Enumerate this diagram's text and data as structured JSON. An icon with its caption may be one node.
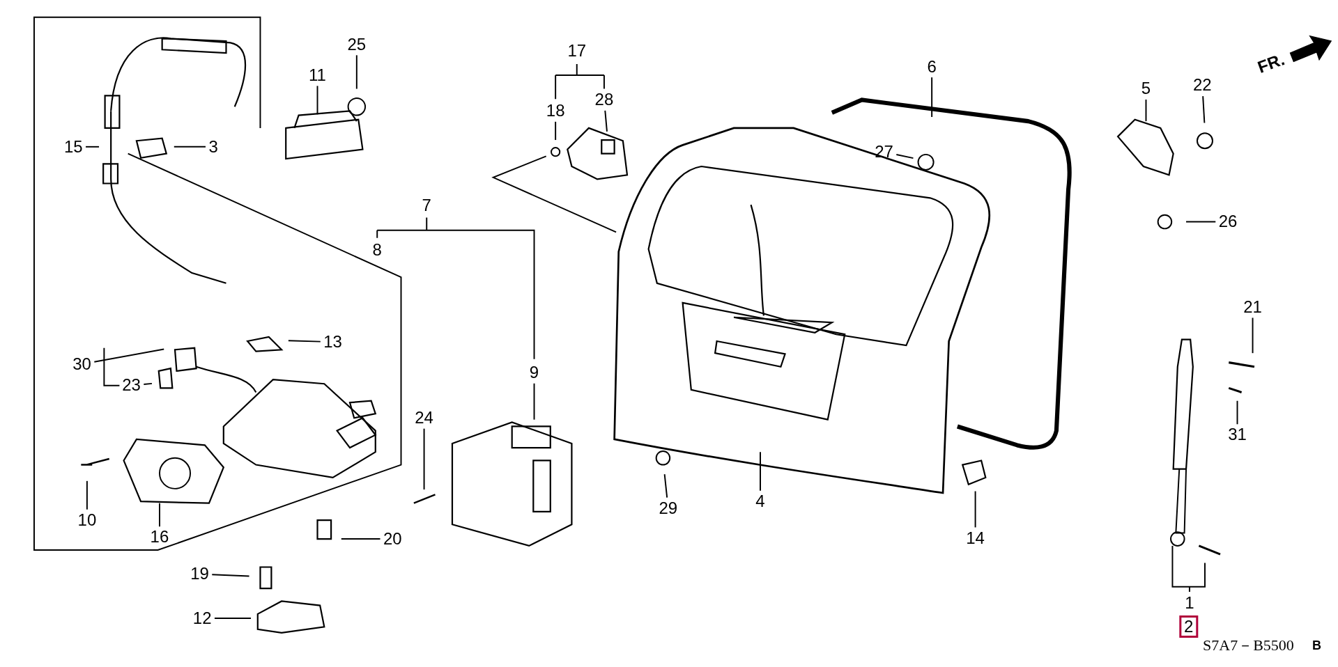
{
  "diagram": {
    "nodes": [
      {
        "text": [
          "25"
        ]
      },
      {
        "text": [
          "11"
        ]
      },
      {
        "text": [
          "15"
        ]
      },
      {
        "text": [
          "3"
        ]
      },
      {
        "text": [
          "18"
        ]
      },
      {
        "text": [
          "28"
        ]
      },
      {
        "text": [
          "13"
        ]
      },
      {
        "text": [
          "30"
        ]
      },
      {
        "text": [
          "23"
        ]
      },
      {
        "text": [
          "9"
        ]
      },
      {
        "text": [
          "24"
        ]
      },
      {
        "text": [
          "10"
        ]
      },
      {
        "text": [
          "16"
        ]
      },
      {
        "text": [
          "20"
        ]
      },
      {
        "text": [
          "19"
        ]
      },
      {
        "text": [
          "12"
        ]
      },
      {
        "text": [
          "6"
        ]
      },
      {
        "text": [
          "27"
        ]
      },
      {
        "text": [
          "4"
        ]
      },
      {
        "text": [
          "29"
        ]
      },
      {
        "text": [
          "14"
        ]
      },
      {
        "text": [
          "5"
        ]
      },
      {
        "text": [
          "22"
        ]
      },
      {
        "text": [
          "26"
        ]
      },
      {
        "text": [
          "21"
        ]
      },
      {
        "text": [
          "31"
        ]
      }
    ],
    "edges": [
      {
        "from": 0,
        "to": null,
        "arrow": "none"
      },
      {
        "from": 1,
        "to": null,
        "arrow": "none"
      },
      {
        "from": 2,
        "to": null,
        "arrow": "none"
      },
      {
        "from": 3,
        "to": null,
        "arrow": "none"
      },
      {
        "from": 4,
        "to": null,
        "arrow": "none"
      },
      {
        "from": 5,
        "to": null,
        "arrow": "none"
      },
      {
        "from": 6,
        "to": null,
        "arrow": "none"
      },
      {
        "from": 7,
        "to": null,
        "arrow": "none"
      },
      {
        "from": 8,
        "to": null,
        "arrow": "none"
      },
      {
        "from": 9,
        "to": null,
        "arrow": "none"
      },
      {
        "from": 10,
        "to": null,
        "arrow": "none"
      },
      {
        "from": 11,
        "to": null,
        "arrow": "none"
      },
      {
        "from": 12,
        "to": null,
        "arrow": "none"
      },
      {
        "from": 13,
        "to": null,
        "arrow": "none"
      },
      {
        "from": 14,
        "to": null,
        "arrow": "none"
      },
      {
        "from": 15,
        "to": null,
        "arrow": "none"
      },
      {
        "from": 16,
        "to": null,
        "arrow": "none"
      },
      {
        "from": 17,
        "to": null,
        "arrow": "none"
      },
      {
        "from": 18,
        "to": null,
        "arrow": "none"
      },
      {
        "from": 19,
        "to": null,
        "arrow": "none"
      },
      {
        "from": 20,
        "to": null,
        "arrow": "none"
      },
      {
        "from": 21,
        "to": null,
        "arrow": "none"
      },
      {
        "from": 22,
        "to": null,
        "arrow": "none"
      },
      {
        "from": 23,
        "to": null,
        "arrow": "none"
      },
      {
        "from": 24,
        "to": null,
        "arrow": "none"
      },
      {
        "from": 25,
        "to": null,
        "arrow": "none"
      }
    ],
    "labels": [
      "17",
      "FR.",
      "7",
      "8",
      "1",
      "2",
      "S7A7－B5500",
      "B"
    ]
  }
}
